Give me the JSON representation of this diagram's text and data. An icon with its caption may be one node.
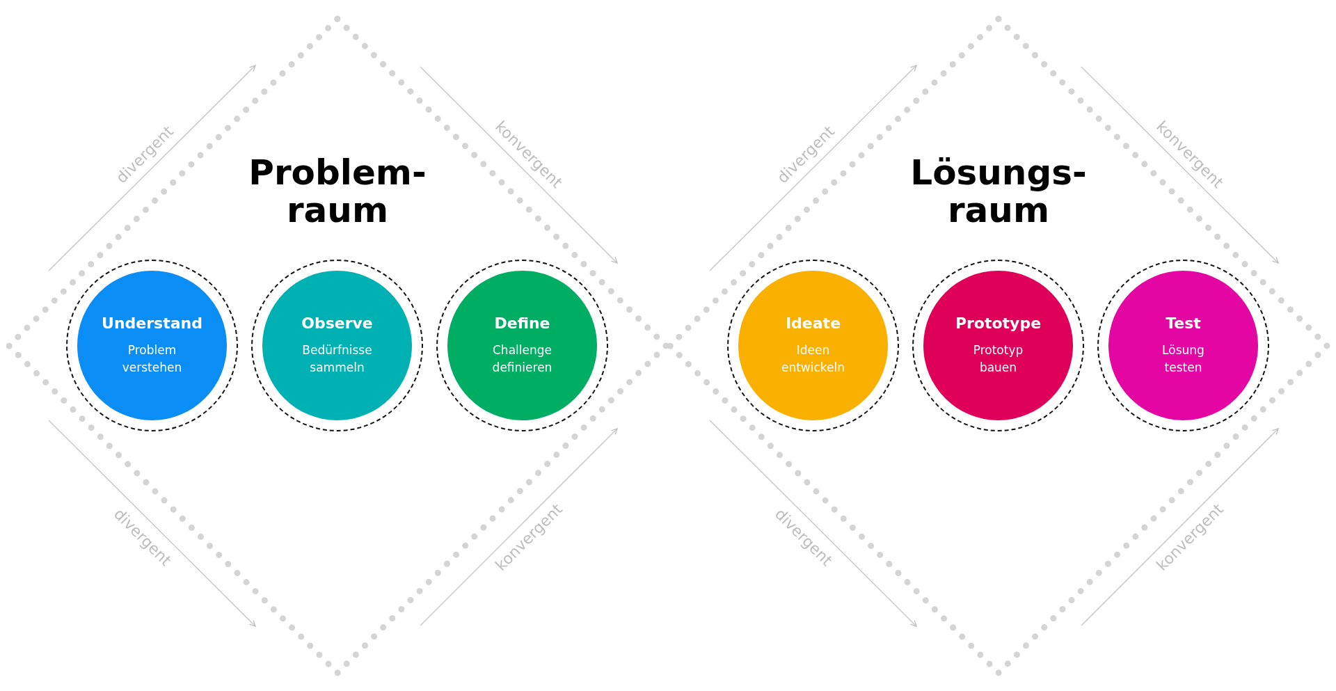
{
  "diagram": {
    "nodes": [
      {
        "text": [
          "Problem- raum"
        ]
      },
      {
        "text": [
          "Understand",
          "Problem verstehen"
        ],
        "in": 0
      },
      {
        "text": [
          "Observe",
          "Bedürfnisse sammeln"
        ],
        "in": 0
      },
      {
        "text": [
          "Define",
          "Challenge definieren"
        ],
        "in": 0
      },
      {
        "text": [
          "Lösungs- raum"
        ]
      },
      {
        "text": [
          "Ideate",
          "Ideen entwickeln"
        ],
        "in": 4
      },
      {
        "text": [
          "Prototype",
          "Prototyp bauen"
        ],
        "in": 4
      },
      {
        "text": [
          "Test",
          "Lösung testen"
        ],
        "in": 4
      }
    ],
    "edges": [],
    "labels": [
      "divergent",
      "konvergent",
      "divergent",
      "konvergent",
      "divergent",
      "konvergent",
      "divergent",
      "konvergent"
    ]
  }
}
